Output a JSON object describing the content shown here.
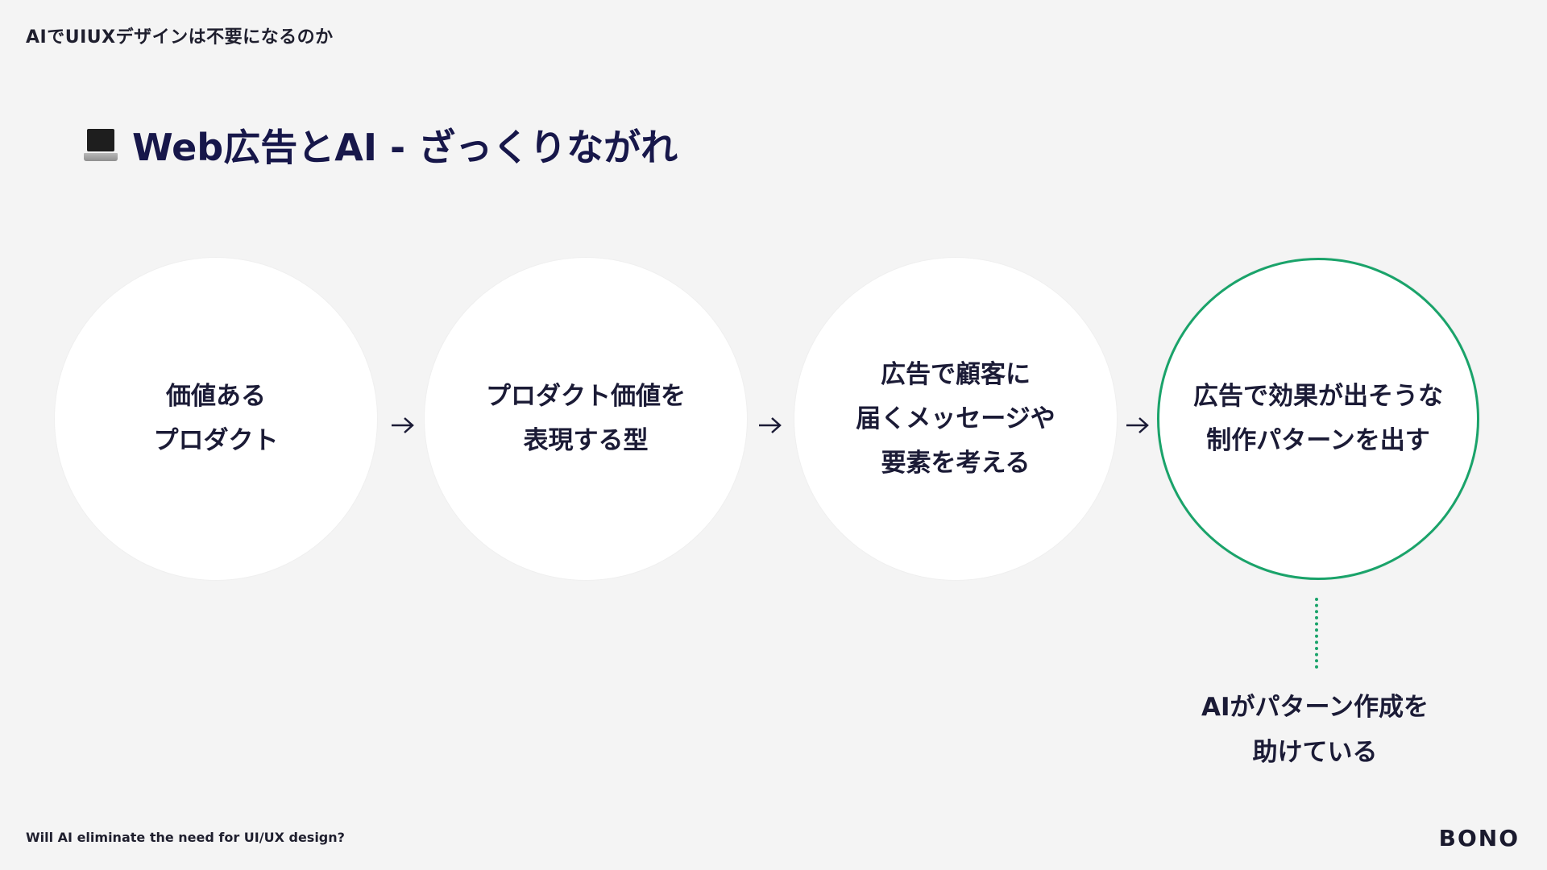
{
  "header": {
    "title": "AIでUIUXデザインは不要になるのか"
  },
  "slide": {
    "heading": "Web広告とAI - ざっくりながれ",
    "heading_icon": "laptop-icon",
    "steps": [
      {
        "label": "価値ある\nプロダクト",
        "highlighted": false
      },
      {
        "label": "プロダクト価値を\n表現する型",
        "highlighted": false
      },
      {
        "label": "広告で顧客に\n届くメッセージや\n要素を考える",
        "highlighted": false
      },
      {
        "label": "広告で効果が出そうな\n制作パターンを出す",
        "highlighted": true
      }
    ],
    "arrow_icon": "arrow-right-icon",
    "annotation": "AIがパターン作成を\n助けている",
    "accent_color": "#1aa36a"
  },
  "footer": {
    "subtitle": "Will AI eliminate the need for UI/UX design?",
    "brand": "BONO"
  }
}
